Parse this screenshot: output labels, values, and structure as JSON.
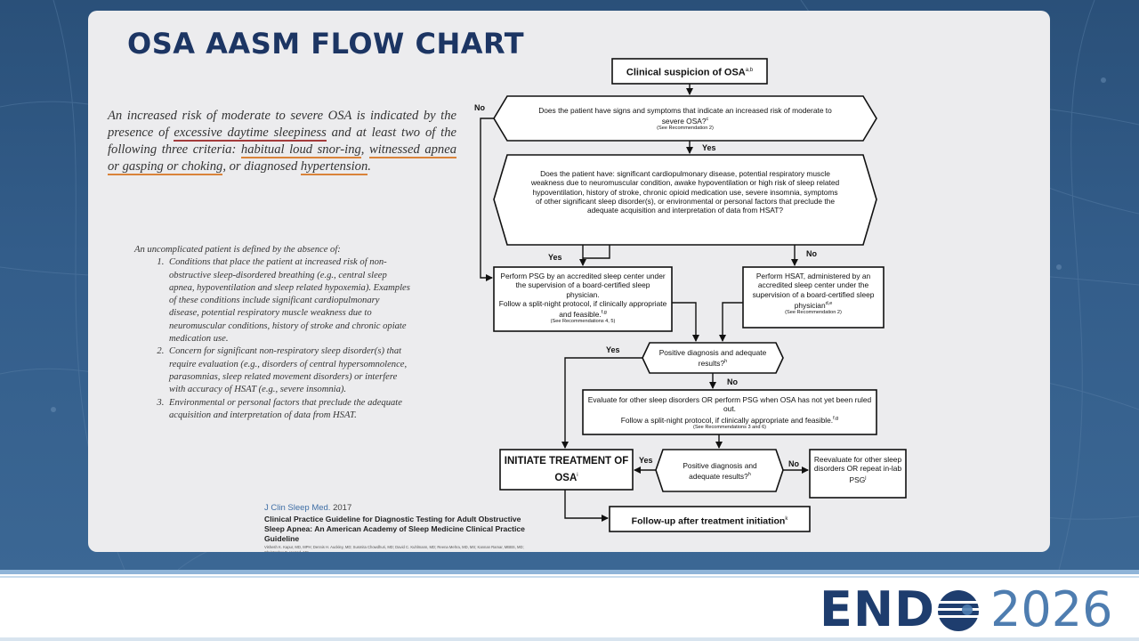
{
  "slide": {
    "title": "OSA AASM FLOW CHART"
  },
  "criteria": {
    "part1": "An increased risk of moderate to severe OSA is indicated by the presence of ",
    "u1": "excessive daytime sleepiness",
    "part2": " and at least two of the following three criteria: ",
    "u2": "habitual loud snor-ing",
    "part3": ", ",
    "u3": "witnessed apnea or gasping or choking",
    "part4": ", or diagnosed ",
    "u4": "hypertension",
    "part5": "."
  },
  "uncomplicated": {
    "intro": "An uncomplicated patient is defined by the absence of:",
    "items": [
      "Conditions that place the patient at increased risk of non-obstructive sleep-disordered breathing (e.g., central sleep apnea, hypoventilation and sleep related hypoxemia). Examples of these conditions include significant cardiopulmonary disease, potential respiratory muscle weakness due to neuromuscular conditions, history of stroke and chronic opiate medication use.",
      "Concern for significant non-respiratory sleep disorder(s) that require evaluation (e.g., disorders of central hypersomnolence, parasomnias, sleep related movement disorders) or interfere with accuracy of HSAT (e.g., severe insomnia).",
      "Environmental or personal factors that preclude the adequate acquisition and interpretation of data from HSAT."
    ]
  },
  "citation": {
    "journal": "J Clin Sleep Med.",
    "year": "2017",
    "title": "Clinical Practice Guideline for Diagnostic Testing for Adult Obstructive Sleep Apnea: An American Academy of Sleep Medicine Clinical Practice Guideline",
    "authors": "Vishesh K. Kapur, MD, MPH; Dennis H. Auckley, MD; Susmita Chowdhuri, MD; David C. Kuhlmann, MD; Reena Mehra, MD, MS; Kannan Ramar, MBBS, MD; Christopher G. Harrod, MS"
  },
  "flowchart": {
    "start": {
      "text": "Clinical suspicion of OSA",
      "sup": "a,b"
    },
    "q1": {
      "text": "Does the patient have signs and symptoms that indicate an increased risk of moderate to severe OSA?",
      "sup": "c",
      "ref": "(See Recommendation 2)"
    },
    "q2": {
      "text": "Does the patient have: significant cardiopulmonary disease, potential respiratory muscle weakness due to neuromuscular condition, awake hypoventilation or high risk of sleep related hypoventilation, history of stroke, chronic opioid medication use, severe insomnia, symptoms of other significant sleep disorder(s), or environmental or personal factors that preclude the adequate acquisition and interpretation of data from HSAT?"
    },
    "psg": {
      "line1": "Perform PSG by an accredited sleep center under the supervision of a board-certified sleep physician.",
      "line2": "Follow a split-night protocol, if clinically appropriate and feasible.",
      "sup": "f,g",
      "ref": "(See Recommendations 4, 5)"
    },
    "hsat": {
      "text": "Perform HSAT, administered by an accredited sleep center under the supervision of a board-certified sleep physician",
      "sup": "d,e",
      "ref": "(See Recommendation 2)"
    },
    "q3": {
      "text": "Positive diagnosis and adequate results?",
      "sup": "h"
    },
    "evaluate": {
      "line1": "Evaluate for other sleep disorders OR perform PSG when OSA has not yet been ruled out.",
      "line2": "Follow a split-night protocol, if clinically appropriate and feasible.",
      "sup": "f,g",
      "ref": "(See Recommendations 3 and 6)"
    },
    "q4": {
      "text": "Positive diagnosis and adequate results?",
      "sup": "h"
    },
    "treat": {
      "text": "INITIATE TREATMENT OF OSA",
      "sup": "i"
    },
    "reevaluate": {
      "text": "Reevaluate for other sleep disorders OR repeat in-lab PSG",
      "sup": "j"
    },
    "followup": {
      "text": "Follow-up after treatment initiation",
      "sup": "k"
    },
    "labels": {
      "yes": "Yes",
      "no": "No"
    }
  },
  "logo": {
    "brand": "END",
    "year": "2026"
  },
  "colors": {
    "title": "#1c3563",
    "underline_red": "#a33b3b",
    "underline_orange": "#d9833a",
    "logo_dark": "#1e3d6e",
    "logo_light": "#4e7db0"
  }
}
